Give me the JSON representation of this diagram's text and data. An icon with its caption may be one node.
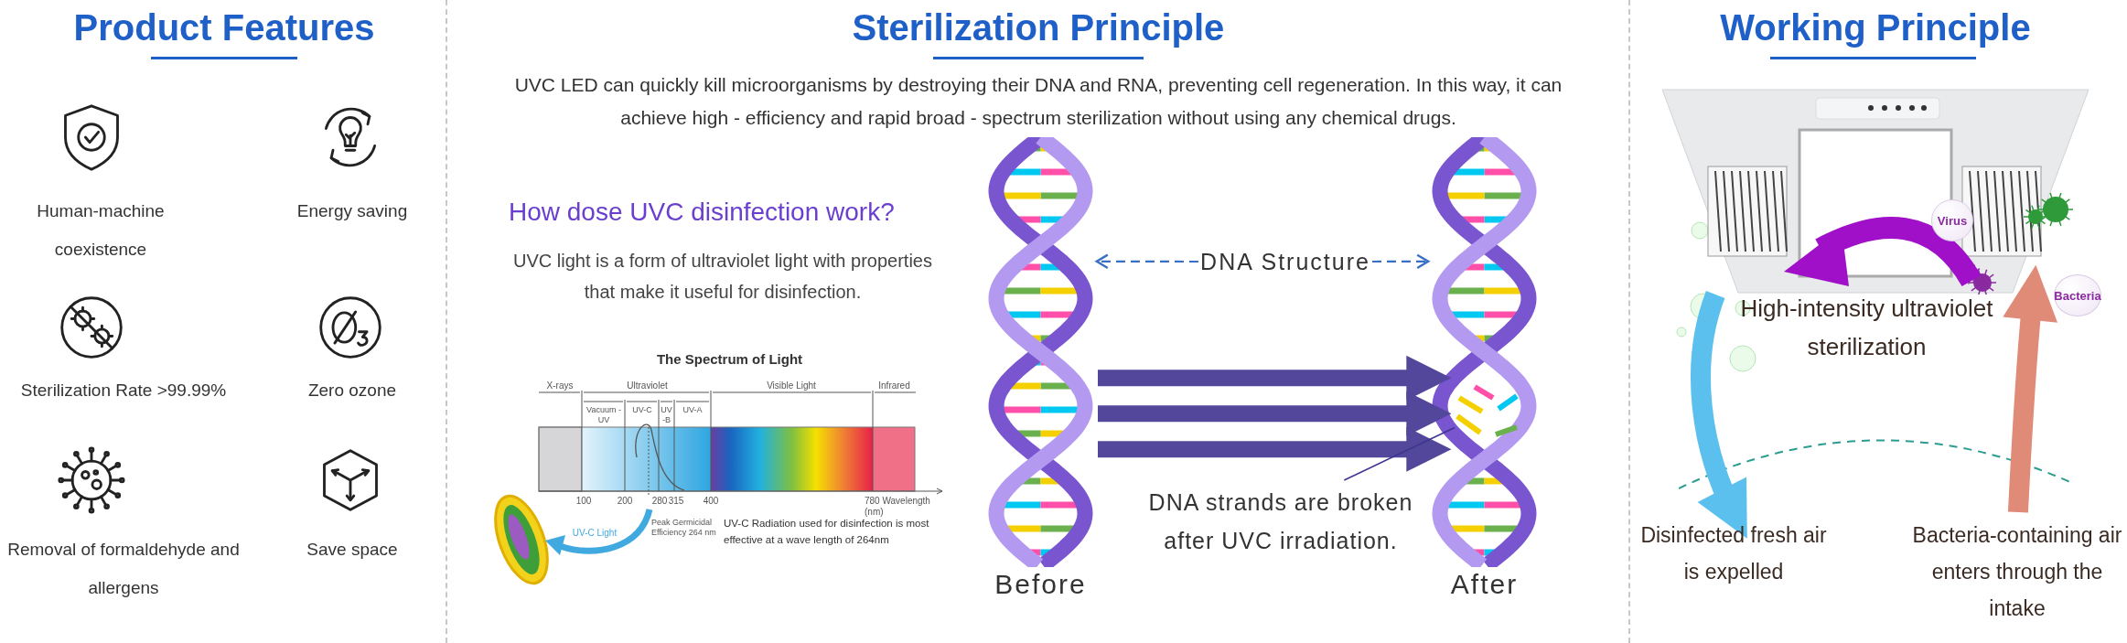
{
  "diagram": {
    "nodes": [
      {
        "text": [],
        "shape": "picture",
        "beside": [
          "Before"
        ]
      },
      {
        "text": [],
        "shape": "picture",
        "beside": [
          "After"
        ]
      },
      {
        "text": [
          "DNA Structure"
        ]
      },
      {
        "text": [
          "DNA strands are broken after UVC irradiation."
        ]
      },
      {
        "text": [],
        "shape": "picture",
        "in": 1
      },
      {
        "text": [],
        "shape": "picture"
      },
      {
        "text": [
          "Virus"
        ],
        "in": 5
      },
      {
        "text": [
          "Bacteria"
        ]
      },
      {
        "text": [
          "Disinfected fresh air is expelled"
        ]
      },
      {
        "text": [
          "Bacteria-containing air enters through the intake"
        ]
      }
    ],
    "edges": [
      {
        "from": 2,
        "to": 0,
        "arrow": "to",
        "style": "dashed",
        "color": "#3a6fc4"
      },
      {
        "from": 2,
        "to": 1,
        "arrow": "to",
        "style": "dashed",
        "color": "#3a6fc4"
      },
      {
        "from": 0,
        "to": 1,
        "arrow": "to"
      },
      {
        "from": 0,
        "to": 1,
        "arrow": "to"
      },
      {
        "from": 0,
        "to": 1,
        "arrow": "to"
      },
      {
        "from": 3,
        "to": 4,
        "arrow": "none",
        "color": "#3d3590"
      },
      {
        "from": 5,
        "to": 8,
        "arrow": "to",
        "color": "#5bc0ee"
      },
      {
        "from": 9,
        "to": 5,
        "arrow": "to",
        "color": "#e08a78"
      }
    ],
    "labels": [
      "Product Features",
      "Sterilization Principle",
      "Working Principle",
      "Human-machine coexistence",
      "Energy saving",
      "Sterilization Rate >99.99%",
      "Zero ozone",
      "Removal of formaldehyde and allergens",
      "Save space",
      "UVC LED can quickly kill microorganisms by destroying their DNA and RNA, preventing cell regeneration. In this way, it can achieve high - efficiency and rapid broad - spectrum sterilization without using any chemical drugs.",
      "How dose UVC disinfection work?",
      "UVC light is a form of ultraviolet light with properties that make it useful for disinfection.",
      "The Spectrum of Light",
      "X-rays",
      "Ultraviolet",
      "Visible Light",
      "Infrared",
      "Vacuum -UV",
      "UV-C",
      "UV -B",
      "UV-A",
      "100",
      "200",
      "280",
      "315",
      "400",
      "780 Wavelength (nm)",
      "Peak Germicidal Efficiency 264 nm",
      "UV-C Light",
      "UV-C Radiation used for disinfection is most effective at a wave length of 264nm",
      "High-intensity ultraviolet sterilization"
    ]
  }
}
